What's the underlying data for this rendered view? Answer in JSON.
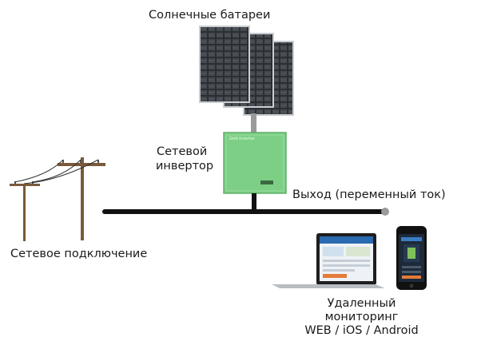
{
  "labels": {
    "solar_panels": "Солнечные батареи",
    "inverter_line1": "Сетевой",
    "inverter_line2": "инвертор",
    "inverter_brand": "Grid Inverter",
    "output": "Выход (переменный ток)",
    "grid": "Сетевое подключение",
    "monitoring_line1": "Удаленный",
    "monitoring_line2": "мониторинг",
    "monitoring_line3": "WEB / iOS / Android"
  },
  "colors": {
    "inverter_body": "#7dcf85",
    "panel_cell": "#2b2f33",
    "bus_line": "#111111",
    "pole_wood": "#7a5a3a"
  }
}
